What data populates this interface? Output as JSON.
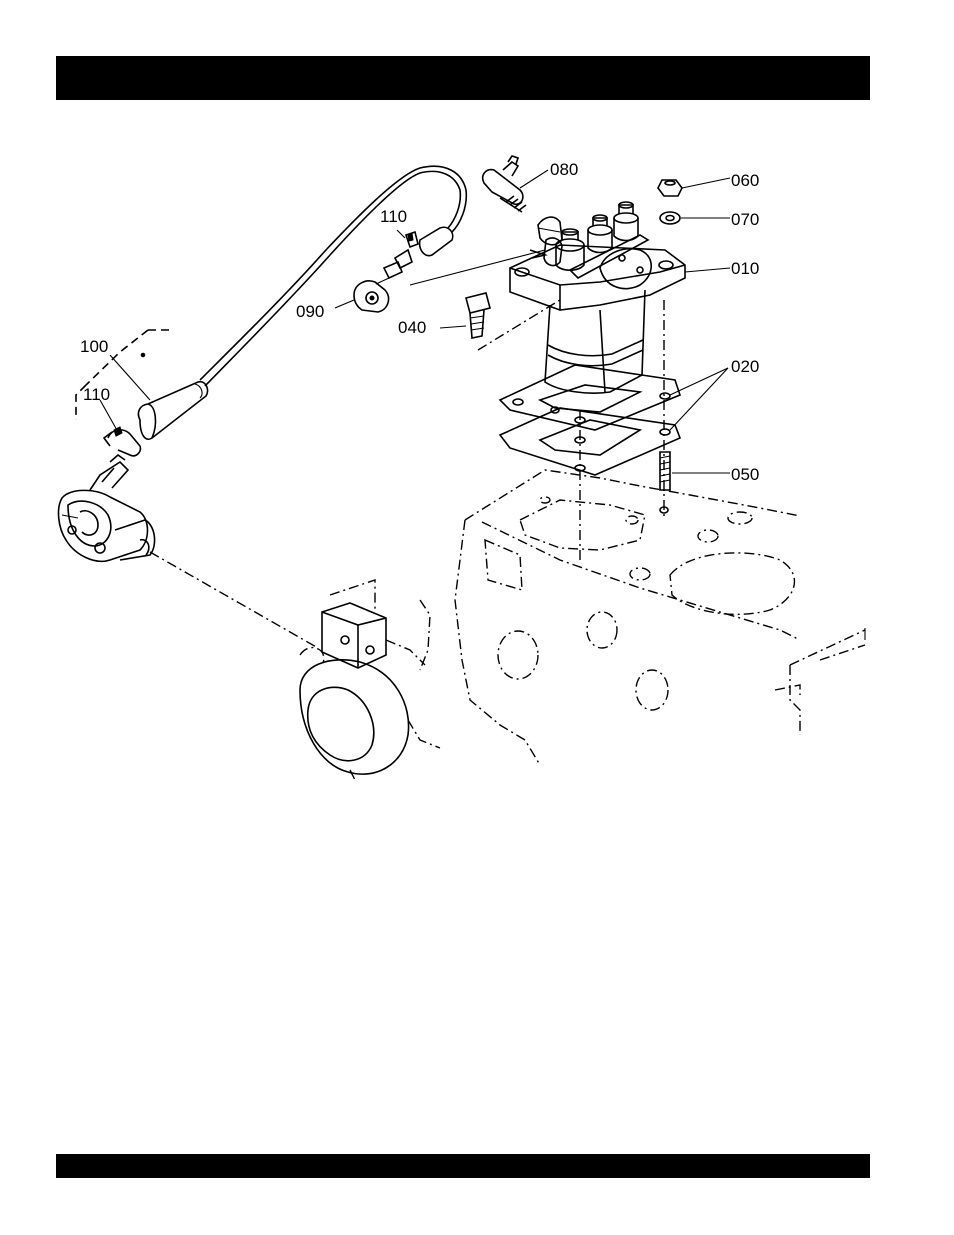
{
  "colors": {
    "bar": "#000000",
    "background": "#ffffff",
    "line": "#000000"
  },
  "callouts": {
    "c080": "080",
    "c060": "060",
    "c070": "070",
    "c010": "010",
    "c110_top": "110",
    "c090": "090",
    "c040": "040",
    "c020": "020",
    "c100": "100",
    "c110_left": "110",
    "c050": "050"
  }
}
